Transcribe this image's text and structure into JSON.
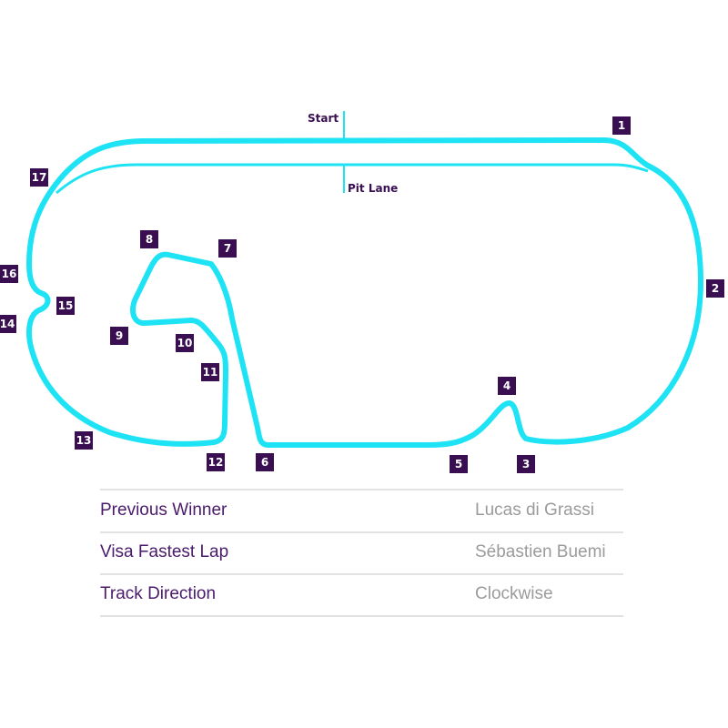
{
  "track": {
    "start_label": "Start",
    "pit_lane_label": "Pit Lane",
    "track_color": "#1ee3f5",
    "turns": [
      "1",
      "2",
      "3",
      "4",
      "5",
      "6",
      "7",
      "8",
      "9",
      "10",
      "11",
      "12",
      "13",
      "14",
      "15",
      "16",
      "17"
    ]
  },
  "info": [
    {
      "label": "Previous Winner",
      "value": "Lucas di Grassi"
    },
    {
      "label": "Visa Fastest Lap",
      "value": "Sébastien Buemi"
    },
    {
      "label": "Track Direction",
      "value": "Clockwise"
    }
  ]
}
